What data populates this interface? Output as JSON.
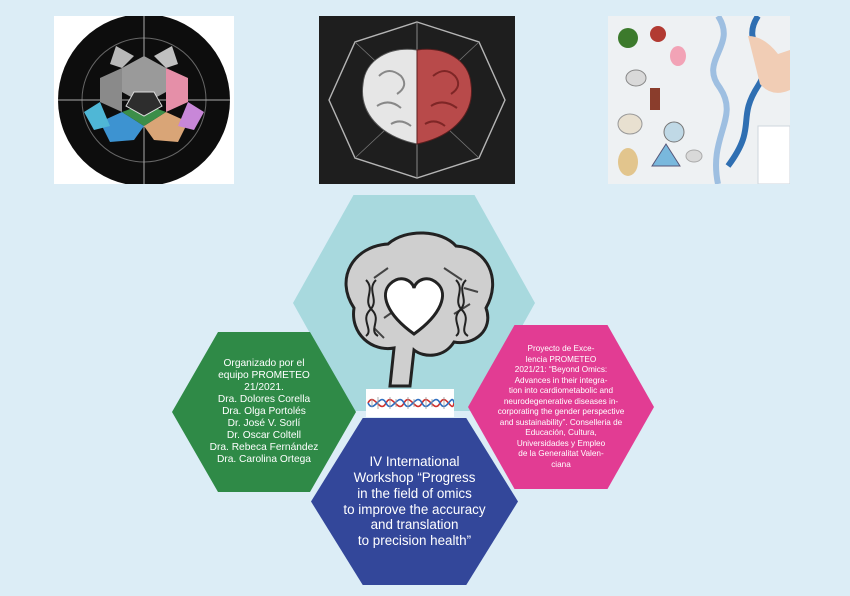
{
  "organizers": {
    "lines": [
      "Organizado por el",
      "equipo PROMETEO",
      "21/2021.",
      "Dra. Dolores Corella",
      "Dra. Olga Portolés",
      "Dr. José V. Sorlí",
      "Dr. Oscar Coltell",
      "Dra. Rebeca Fernández",
      "Dra. Carolina Ortega"
    ]
  },
  "project": {
    "lines": [
      "Proyecto de Exce-",
      "lencia PROMETEO",
      "2021/21: “Beyond Omics:",
      "Advances in their integra-",
      "tion into cardiometabolic and",
      "neurodegenerative diseases in-",
      "corporating the gender perspective",
      "and sustainability”. Conselleria de",
      "Educación, Cultura,",
      "Universidades y Empleo",
      "de la Generalitat Valen-",
      "ciana"
    ]
  },
  "workshop": {
    "lines": [
      "IV International",
      "Workshop “Progress",
      "in the field of omics",
      "to improve the accuracy",
      "and translation",
      "to precision health”"
    ]
  },
  "colors": {
    "background": "#dcedf6",
    "top_hex": "#a8d9de",
    "left_hex": "#2f8a47",
    "right_hex": "#e23c93",
    "bottom_hex": "#33479a"
  }
}
